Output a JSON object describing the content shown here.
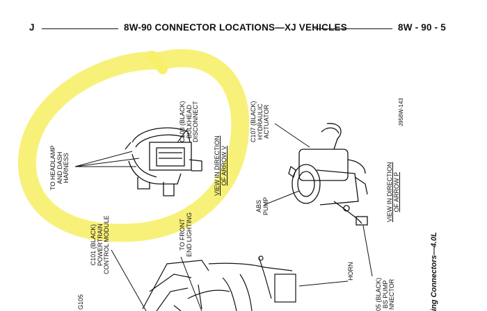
{
  "header": {
    "left_letter": "J",
    "title": "8W-90 CONNECTOR LOCATIONS—XJ VEHICLES",
    "page_number": "8W - 90 - 5"
  },
  "labels": {
    "c108": [
      "C108 (BLACK)",
      "BULKHEAD",
      "DISCONNECT"
    ],
    "headlamp": [
      "TO HEADLAMP",
      "AND DASH",
      "HARNESS"
    ],
    "view_v": [
      "VIEW IN DIRECTION",
      "OF ARROW V"
    ],
    "c107": [
      "C107 (BLACK)",
      "HYDRAULIC",
      "ACTUATOR"
    ],
    "figure_code": "J958W-143",
    "abs_pump": [
      "ABS",
      "PUMP"
    ],
    "view_p": [
      "VIEW IN DIRECTION",
      "OF ARROW P"
    ],
    "c101": [
      "C101 (BLACK)",
      "POWERTRAIN",
      "CONTROL MODULE"
    ],
    "front_lighting": [
      "TO FRONT",
      "END LIGHTING"
    ],
    "horn": "HORN",
    "g105": "G105",
    "c105": [
      "05 (BLACK)",
      "BS PUMP",
      "NNECTOR"
    ],
    "caption": "ing Connectors—4.0L"
  },
  "colors": {
    "highlight": "#f7f06a",
    "ink": "#111111"
  }
}
